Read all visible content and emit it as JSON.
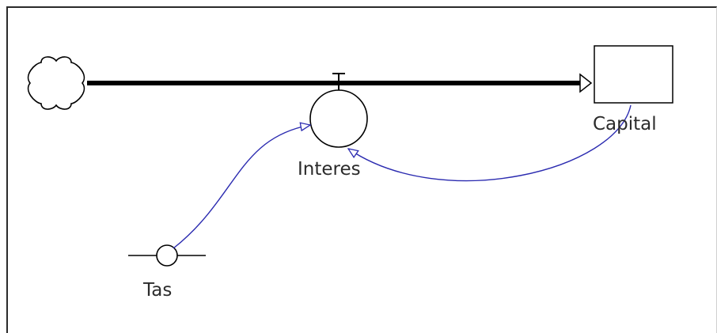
{
  "diagram": {
    "stock": {
      "label": "Capital"
    },
    "flow": {
      "label": "Interes"
    },
    "converter": {
      "label": "Tas"
    }
  },
  "colors": {
    "connector": "#2b2bb0",
    "stroke": "#000000",
    "text": "#2b2b2b"
  }
}
